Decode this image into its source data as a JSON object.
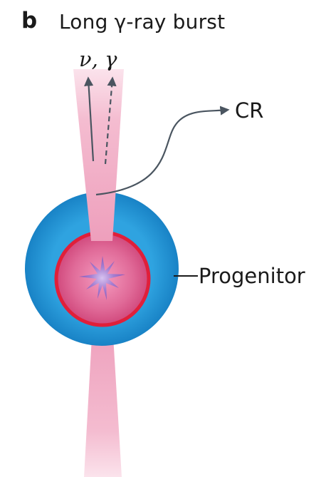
{
  "figure": {
    "panel_letter": "b",
    "title": "Long γ-ray burst"
  },
  "labels": {
    "particles": "ν, γ",
    "cosmic_rays": "CR",
    "progenitor": "Progenitor"
  },
  "colors": {
    "outer_envelope": "#1a8fd0",
    "inner_core": "#d2477c",
    "core_rim": "#e01f3a",
    "jet": "#f3b3c9",
    "central_engine": "#8b5db8",
    "arrows": "#4a5560"
  }
}
